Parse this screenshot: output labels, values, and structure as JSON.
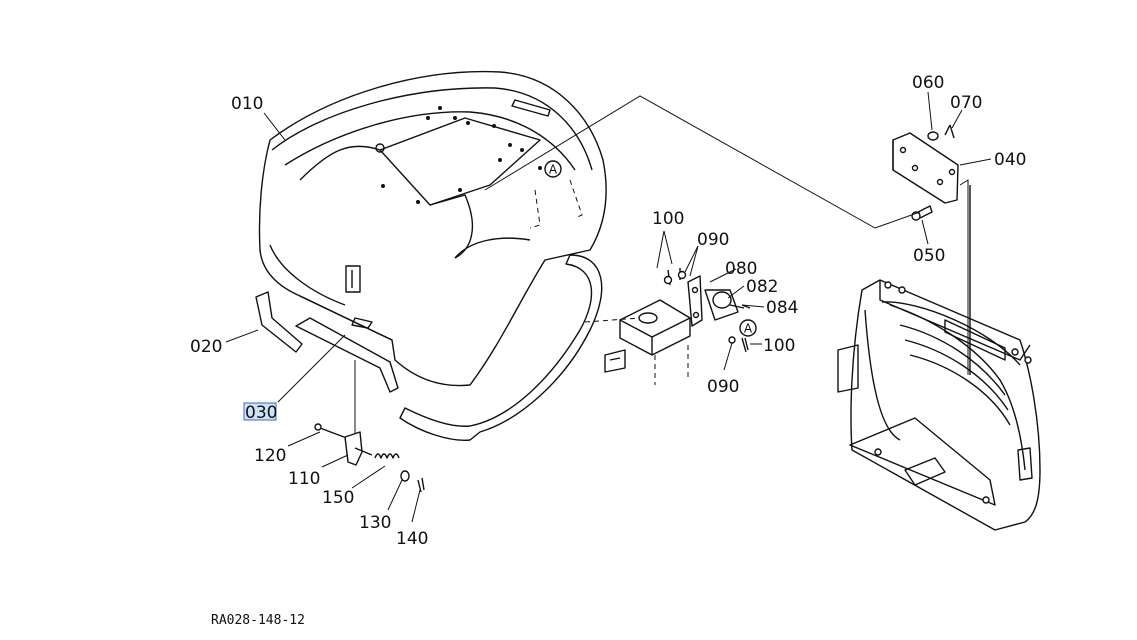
{
  "diagram": {
    "reference_code": "RA028-148-12",
    "selected_part": "030",
    "callout_symbol": "A",
    "parts": [
      {
        "id": "010"
      },
      {
        "id": "020"
      },
      {
        "id": "030"
      },
      {
        "id": "040"
      },
      {
        "id": "050"
      },
      {
        "id": "060"
      },
      {
        "id": "070"
      },
      {
        "id": "080"
      },
      {
        "id": "082"
      },
      {
        "id": "084"
      },
      {
        "id": "090"
      },
      {
        "id": "090"
      },
      {
        "id": "100"
      },
      {
        "id": "100"
      },
      {
        "id": "110"
      },
      {
        "id": "120"
      },
      {
        "id": "130"
      },
      {
        "id": "140"
      },
      {
        "id": "150"
      }
    ]
  }
}
